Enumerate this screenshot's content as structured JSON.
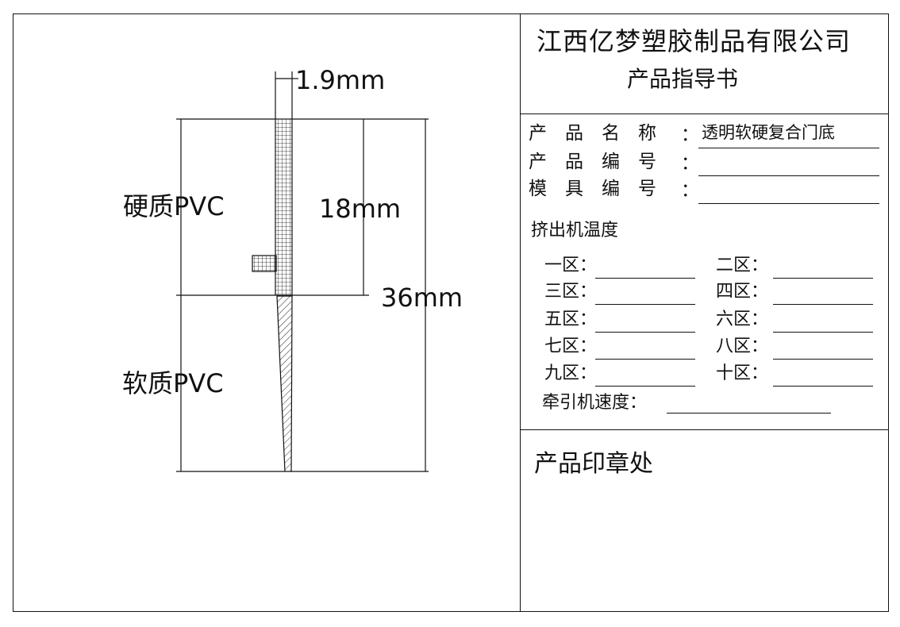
{
  "header": {
    "company": "江西亿梦塑胶制品有限公司",
    "doc_title": "产品指导书"
  },
  "fields": [
    {
      "label": "产　品　名　称",
      "colon": "：",
      "value": "透明软硬复合门底"
    },
    {
      "label": "产　品　编　号",
      "colon": "：",
      "value": ""
    },
    {
      "label": "模　具　编　号",
      "colon": "：",
      "value": ""
    }
  ],
  "extruder": {
    "title": "挤出机温度",
    "zones": [
      {
        "label": "一区：",
        "value": ""
      },
      {
        "label": "二区：",
        "value": ""
      },
      {
        "label": "三区：",
        "value": ""
      },
      {
        "label": "四区：",
        "value": ""
      },
      {
        "label": "五区：",
        "value": ""
      },
      {
        "label": "六区：",
        "value": ""
      },
      {
        "label": "七区：",
        "value": ""
      },
      {
        "label": "八区：",
        "value": ""
      },
      {
        "label": "九区：",
        "value": ""
      },
      {
        "label": "十区：",
        "value": ""
      }
    ],
    "speed_label": "牵引机速度：",
    "speed_value": ""
  },
  "stamp": {
    "label": "产品印章处"
  },
  "drawing": {
    "width_dim": "1.9mm",
    "hard_height_dim": "18mm",
    "total_height_dim": "36mm",
    "hard_label": "硬质PVC",
    "soft_label": "软质PVC"
  },
  "colors": {
    "line": "#111111",
    "background": "#ffffff"
  }
}
